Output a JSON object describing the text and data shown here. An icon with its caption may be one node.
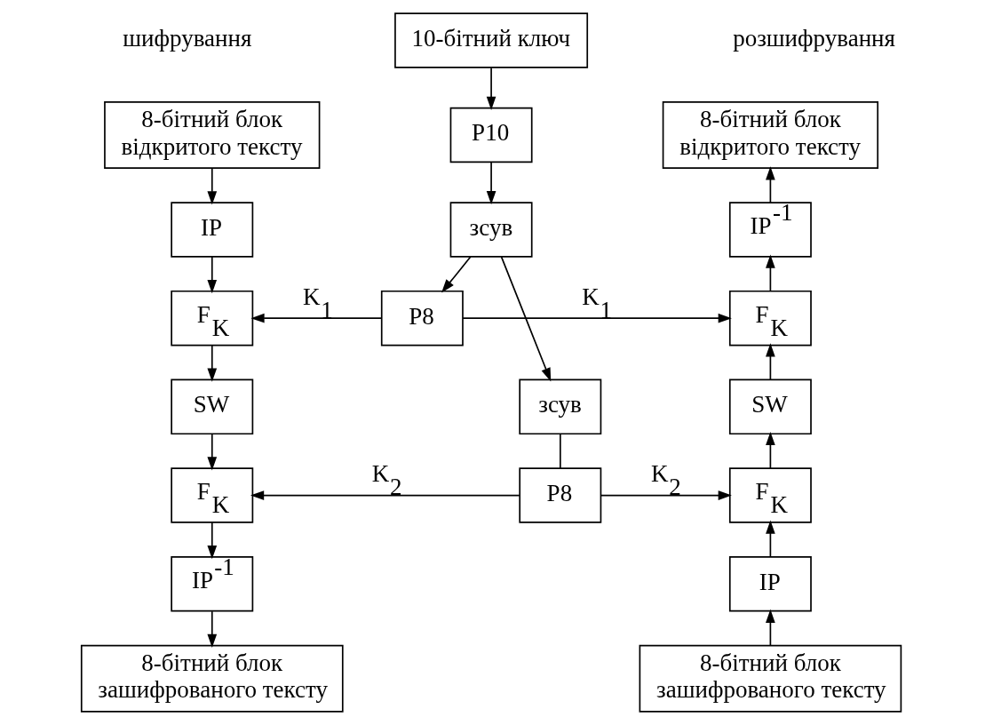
{
  "diagram": {
    "nodes": [
      {
        "text": [
          "10-бітний ключ"
        ]
      },
      {
        "text": [
          "8-бітний блок відкритого тексту"
        ]
      },
      {
        "text": [
          "P10"
        ]
      },
      {
        "text": [
          "8-бітний блок відкритого тексту"
        ]
      },
      {
        "text": [
          "IP"
        ]
      },
      {
        "text": [
          "зсув"
        ]
      },
      {
        "text": [
          "IP$^{-1}$"
        ]
      },
      {
        "text": [
          "F$_{K}$"
        ]
      },
      {
        "text": [
          "P8"
        ]
      },
      {
        "text": [
          "F$_{K}$"
        ]
      },
      {
        "text": [
          "SW"
        ]
      },
      {
        "text": [
          "зсув"
        ]
      },
      {
        "text": [
          "SW"
        ]
      },
      {
        "text": [
          "F$_{K}$"
        ]
      },
      {
        "text": [
          "P8"
        ]
      },
      {
        "text": [
          "F$_{K}$"
        ]
      },
      {
        "text": [
          "IP$^{-1}$"
        ]
      },
      {
        "text": [
          "IP"
        ]
      },
      {
        "text": [
          "8-бітний блок зашифрованого тексту"
        ]
      },
      {
        "text": [
          "8-бітний блок зашифрованого тексту"
        ]
      }
    ],
    "edges": [
      {
        "from": 0,
        "to": 2,
        "arrow": "to"
      },
      {
        "from": 2,
        "to": 5,
        "arrow": "to"
      },
      {
        "from": 5,
        "to": 8,
        "arrow": "to"
      },
      {
        "from": 5,
        "to": 11,
        "arrow": "to"
      },
      {
        "from": 11,
        "to": 14,
        "arrow": "none"
      },
      {
        "from": 8,
        "to": 7,
        "arrow": "to",
        "label": "K$_{1}$"
      },
      {
        "from": 8,
        "to": 9,
        "arrow": "to",
        "label": "K$_{1}$"
      },
      {
        "from": 14,
        "to": 13,
        "arrow": "to",
        "label": "K$_{2}$"
      },
      {
        "from": 14,
        "to": 15,
        "arrow": "to",
        "label": "K$_{2}$"
      },
      {
        "from": 1,
        "to": 4,
        "arrow": "to"
      },
      {
        "from": 4,
        "to": 7,
        "arrow": "to"
      },
      {
        "from": 7,
        "to": 10,
        "arrow": "to"
      },
      {
        "from": 10,
        "to": 13,
        "arrow": "to"
      },
      {
        "from": 13,
        "to": 16,
        "arrow": "to"
      },
      {
        "from": 16,
        "to": 18,
        "arrow": "to"
      },
      {
        "from": 19,
        "to": 17,
        "arrow": "to"
      },
      {
        "from": 17,
        "to": 15,
        "arrow": "to"
      },
      {
        "from": 15,
        "to": 12,
        "arrow": "to"
      },
      {
        "from": 12,
        "to": 9,
        "arrow": "to"
      },
      {
        "from": 9,
        "to": 6,
        "arrow": "to"
      },
      {
        "from": 6,
        "to": 3,
        "arrow": "to"
      }
    ],
    "labels": [
      "шифрування",
      "розшифрування"
    ]
  }
}
